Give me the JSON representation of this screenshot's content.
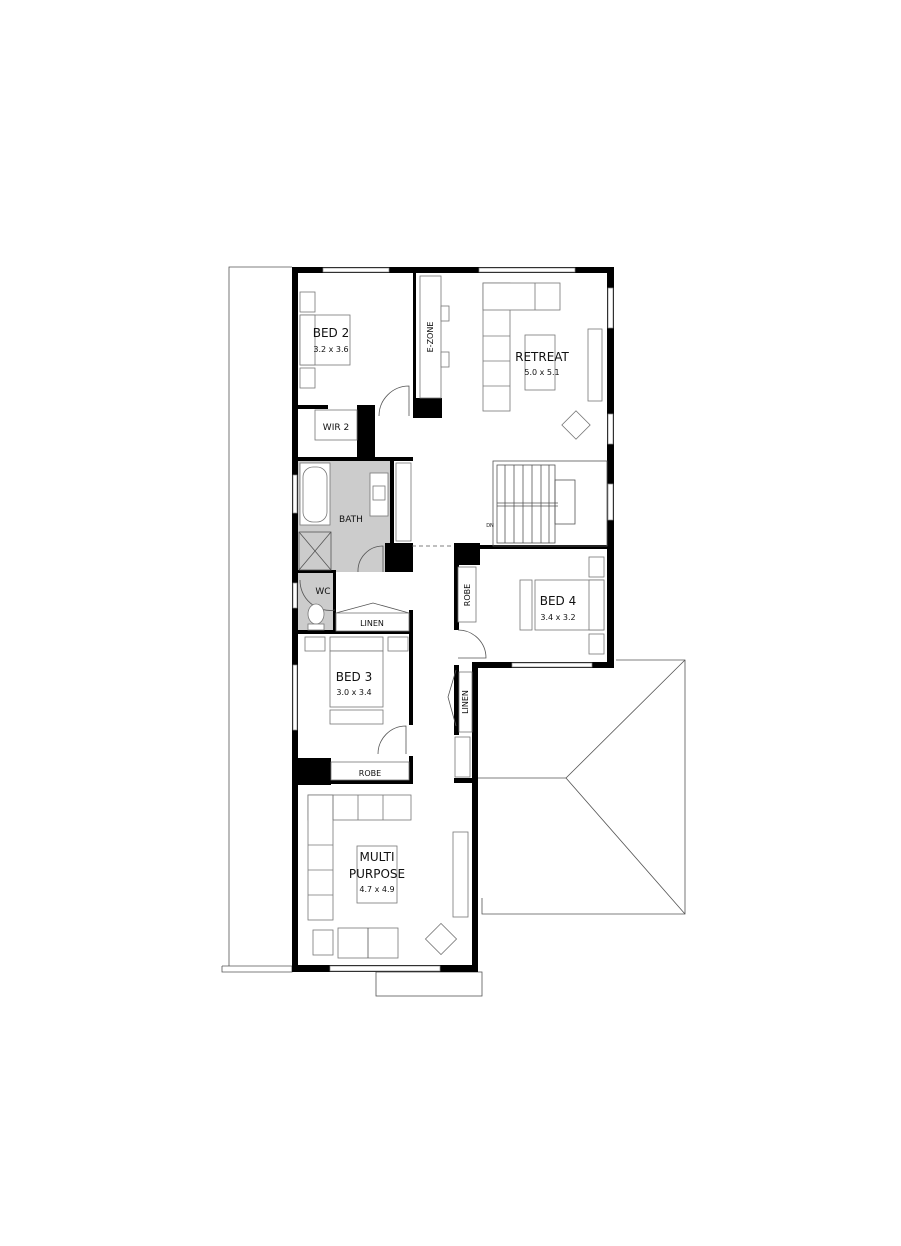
{
  "plan": {
    "rooms": [
      {
        "id": "bed2",
        "name": "BED 2",
        "size": "3.2 x 3.6"
      },
      {
        "id": "retreat",
        "name": "RETREAT",
        "size": "5.0 x 5.1"
      },
      {
        "id": "bed4",
        "name": "BED 4",
        "size": "3.4 x 3.2"
      },
      {
        "id": "bed3",
        "name": "BED 3",
        "size": "3.0 x 3.4"
      },
      {
        "id": "multi",
        "name": "MULTI",
        "name2": "PURPOSE",
        "size": "4.7 x 4.9"
      }
    ],
    "labels": {
      "ezone": "E-ZONE",
      "wir2": "WIR 2",
      "bath": "BATH",
      "wc": "WC",
      "linen1": "LINEN",
      "linen2": "LINEN",
      "robe1": "ROBE",
      "robe2": "ROBE",
      "stairs": "DN"
    },
    "colors": {
      "wall": "#000000",
      "wet_area": "#cccccc",
      "lines": "#777777"
    }
  }
}
